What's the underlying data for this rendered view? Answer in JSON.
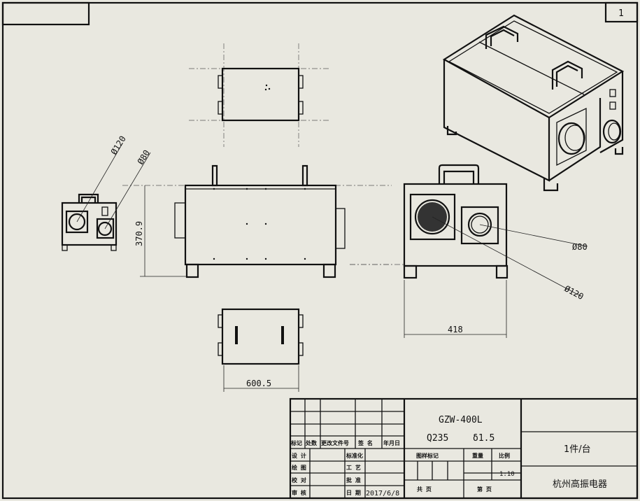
{
  "sheet": {
    "number": "1"
  },
  "dimensions": {
    "d120_left": "Ø120",
    "d80_left": "Ø80",
    "height": "370.9",
    "width": "418",
    "length": "600.5",
    "d80_right": "Ø80",
    "d120_right": "Ø120"
  },
  "title_block": {
    "model": "GZW-400L",
    "material": "Q235",
    "thickness": "δ1.5",
    "rev_headers": [
      "标记",
      "处数",
      "更改文件号",
      "签  名",
      "年月日"
    ],
    "sign_labels": [
      "设 计",
      "绘 图",
      "校 对",
      "审 核"
    ],
    "sign_labels2": [
      "标准化",
      "工 艺",
      "批 准",
      "日 期"
    ],
    "date": "2017/6/8",
    "drawing_mark": "图样标记",
    "weight": "重量",
    "scale_label": "比例",
    "scale": "1:10",
    "total_pages": "共    页",
    "page_no": "第    页",
    "quantity": "1件/台",
    "company": "杭州高振电器"
  }
}
